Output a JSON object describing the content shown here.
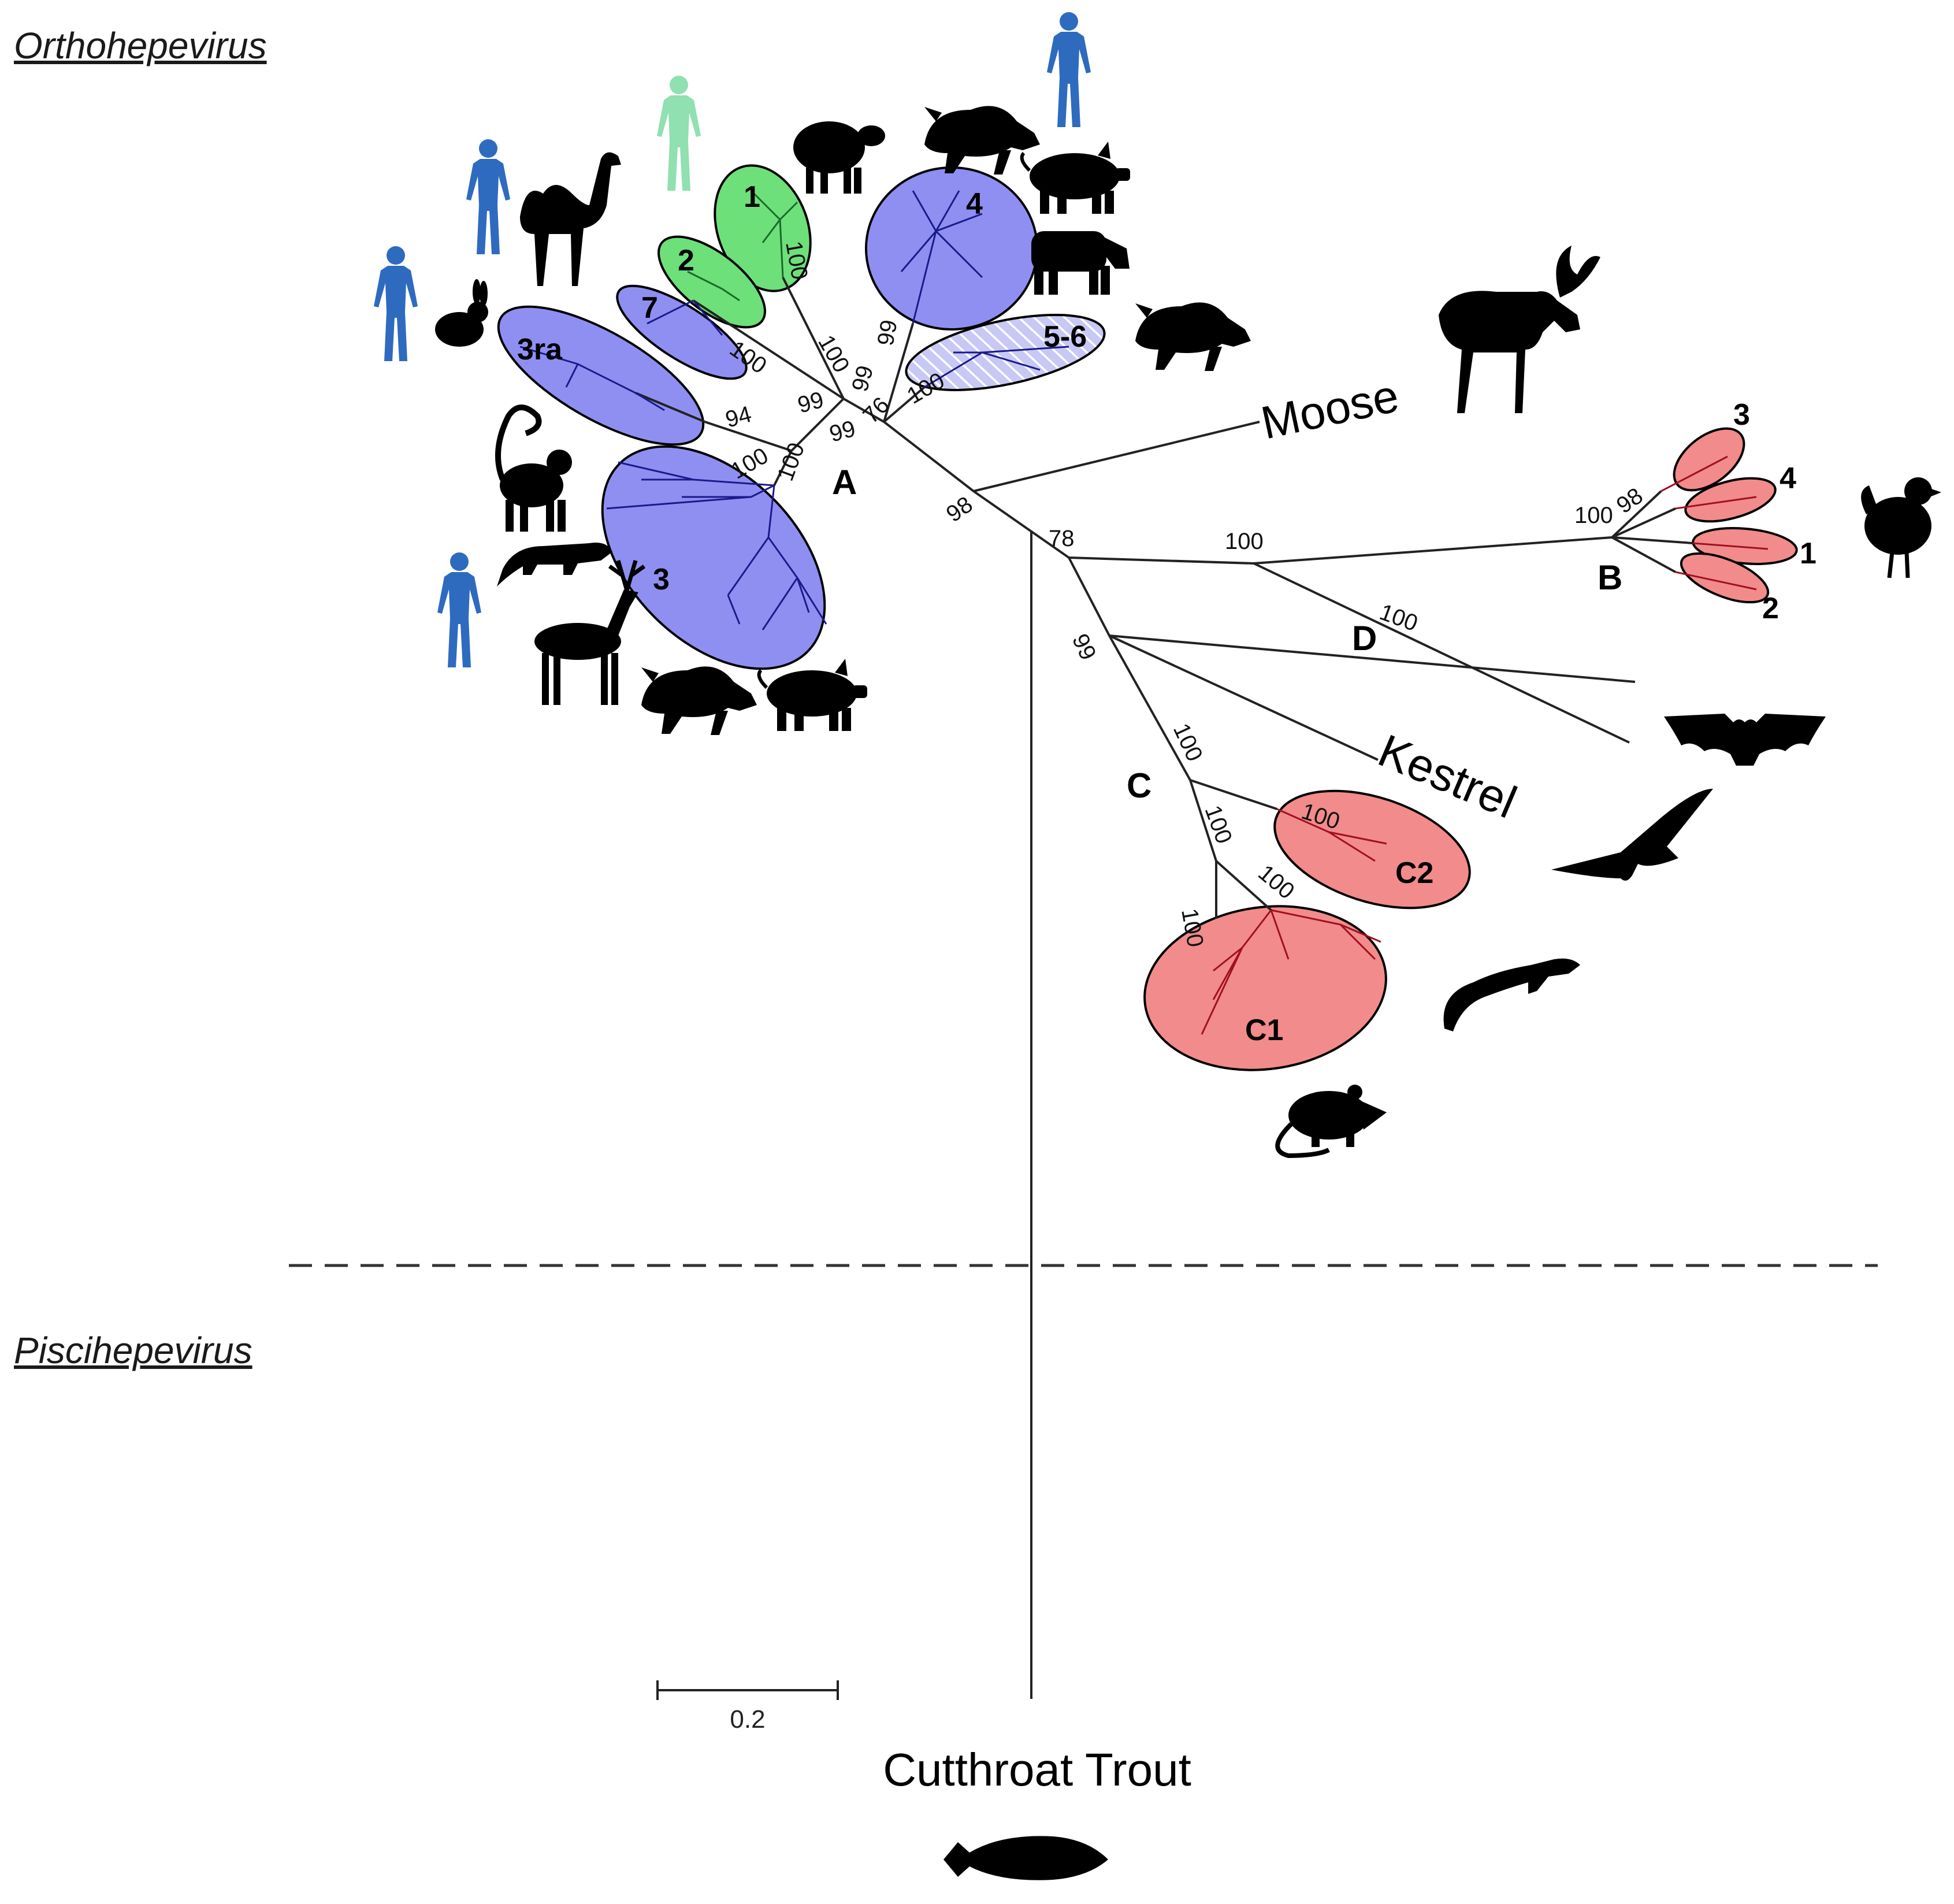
{
  "genera": {
    "upper": "Orthohepevirus",
    "lower": "Piscihepevirus"
  },
  "clades": {
    "A": "A",
    "B": "B",
    "C": "C",
    "D": "D"
  },
  "genotypes_A": {
    "g1": "1",
    "g2": "2",
    "g3": "3",
    "g3ra": "3ra",
    "g4": "4",
    "g56": "5-6",
    "g7": "7"
  },
  "genotypes_B": {
    "b1": "1",
    "b2": "2",
    "b3": "3",
    "b4": "4"
  },
  "genotypes_C": {
    "c1": "C1",
    "c2": "C2"
  },
  "species_labels": {
    "moose": "Moose",
    "kestrel": "Kestrel",
    "trout": "Cutthroat Trout"
  },
  "bootstrap": {
    "b_g1": "100",
    "b_g2_g1": "100",
    "b_g7": "100",
    "b_3ra": "94",
    "b_3": "100",
    "b_a1": "100",
    "b_a2": "99",
    "b_a3": "99",
    "b_a4": "99",
    "b_g4": "99",
    "b_56": "100",
    "b_a5": "76",
    "b_root": "98",
    "b_bcd": "78",
    "b_bd": "100",
    "b_b": "100",
    "b_b2": "98",
    "b_d": "100",
    "b_c_outer": "99",
    "b_c": "100",
    "b_c2": "100",
    "b_c_inner": "100",
    "b_c1a": "100",
    "b_c1b": "100"
  },
  "scale_bar": {
    "label": "0.2"
  },
  "colors": {
    "human_blue": "#2e6bbf",
    "human_green": "#90e0b0",
    "clade_blue": "#8f8ff2",
    "clade_green": "#6ee07a",
    "clade_red": "#f28b8b",
    "branch_blue": "#1a1a8a",
    "branch_red": "#a01020"
  },
  "host_icons": [
    "human-icon",
    "camel-icon",
    "rabbit-icon",
    "monkey-icon",
    "mongoose-icon",
    "deer-icon",
    "wild-boar-icon",
    "pig-icon",
    "sheep-icon",
    "cow-icon",
    "moose-icon",
    "chicken-icon",
    "bat-icon",
    "kestrel-icon",
    "ferret-icon",
    "rat-icon",
    "trout-icon"
  ]
}
